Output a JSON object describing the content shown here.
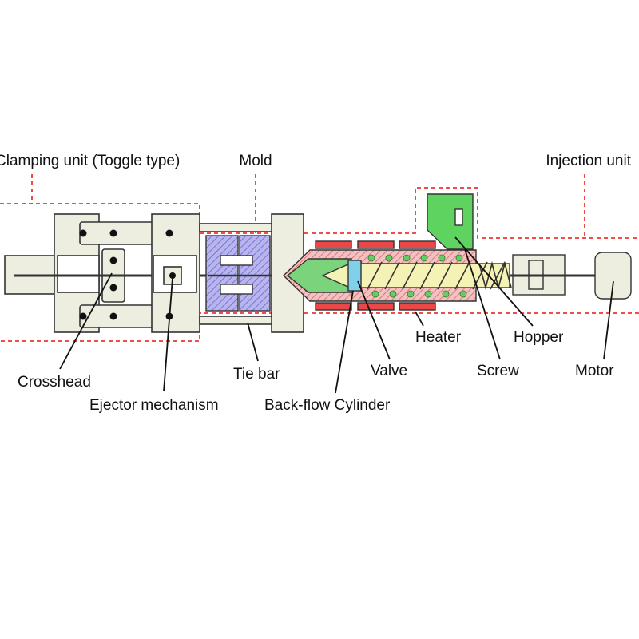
{
  "labels": {
    "clamping_unit": "Clamping unit (Toggle type)",
    "mold": "Mold",
    "injection_unit": "Injection unit",
    "crosshead": "Crosshead",
    "ejector_mechanism": "Ejector mechanism",
    "tie_bar": "Tie bar",
    "back_flow_cylinder": "Back-flow Cylinder",
    "valve": "Valve",
    "heater": "Heater",
    "screw": "Screw",
    "hopper": "Hopper",
    "motor": "Motor"
  },
  "colors": {
    "boundary": "#ee3333",
    "frame_fill": "#eeeee0",
    "frame_stroke": "#333333",
    "mold_fill": "#b8b4ee",
    "heater_fill": "#e84848",
    "barrel_fill": "#f2c2c2",
    "screw_fill": "#f4f2b4",
    "hopper_fill": "#5fd35f",
    "valve_fill": "#7fd0e8",
    "pellet_fill": "#66cc66"
  }
}
